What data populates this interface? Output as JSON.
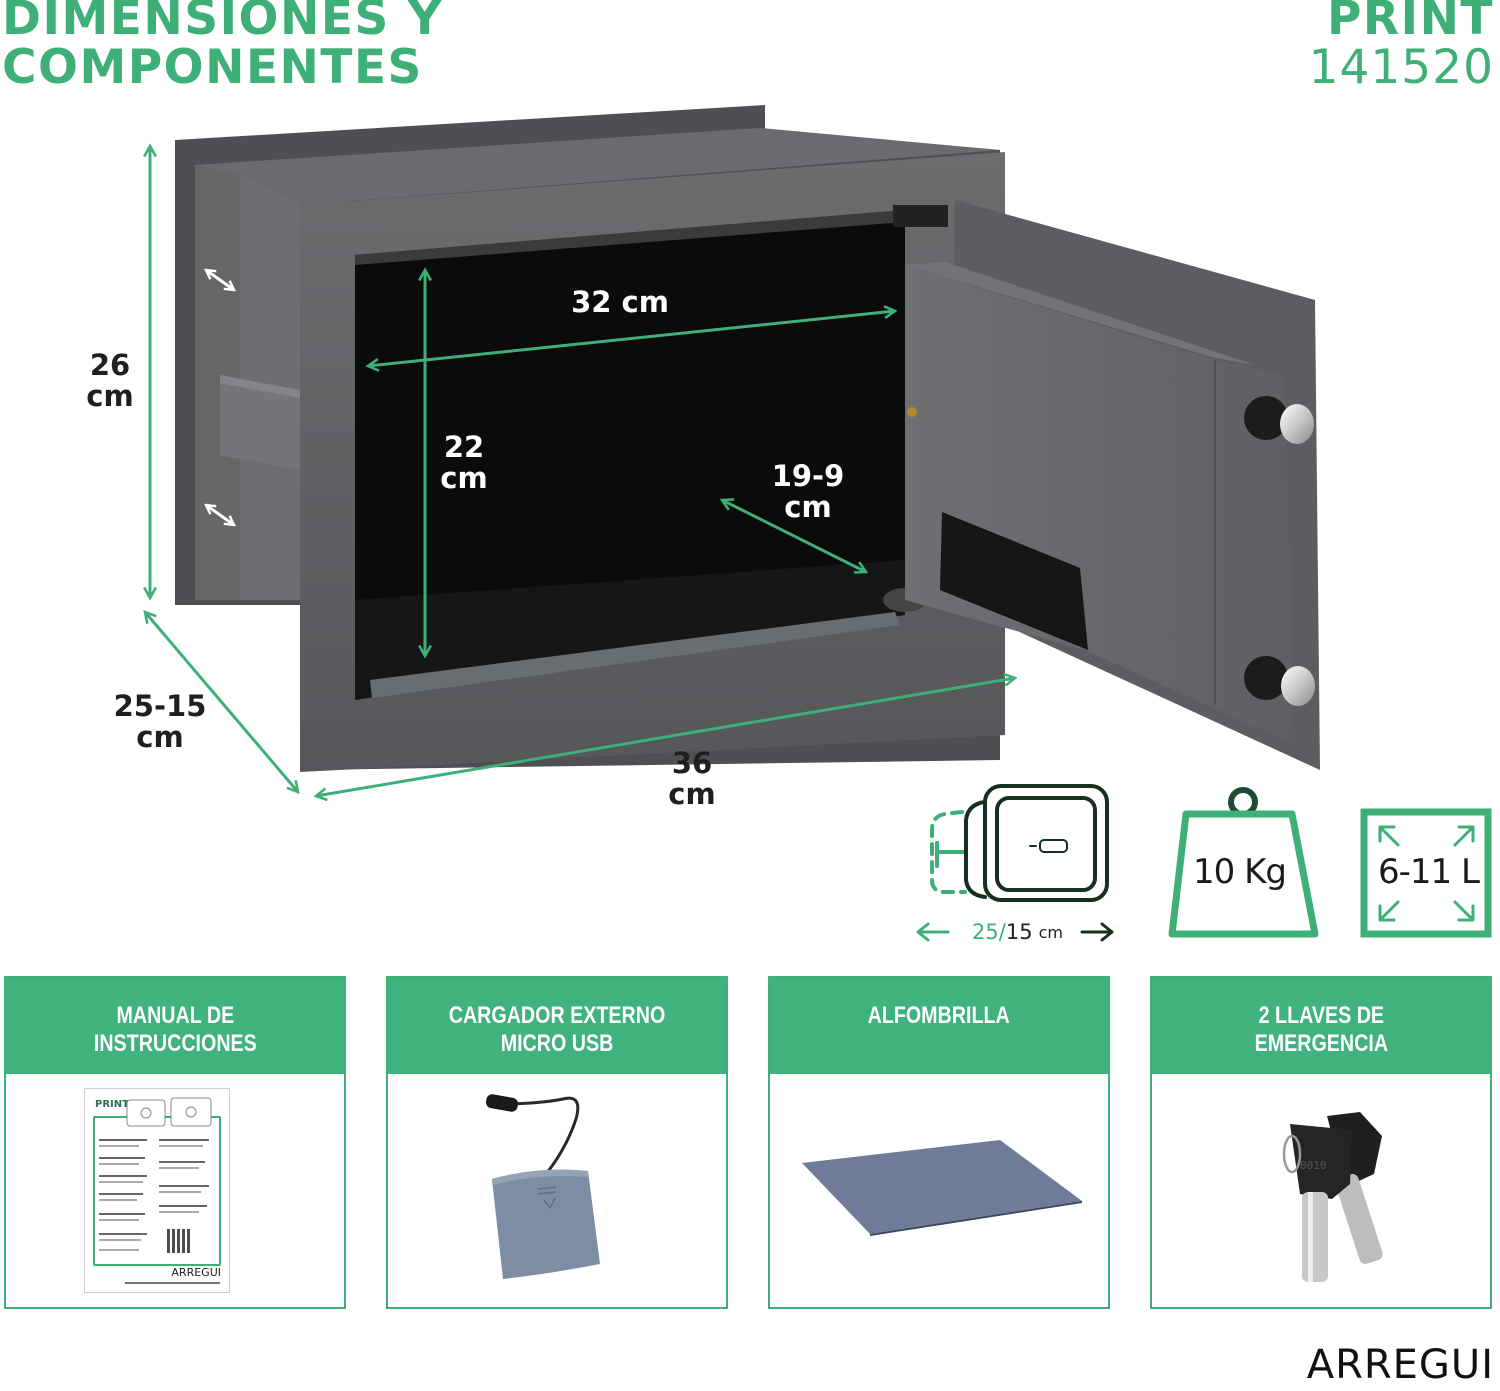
{
  "header": {
    "title_line1": "DIMENSIONES Y",
    "title_line2": "COMPONENTES",
    "model_name": "PRINT",
    "model_code": "141520"
  },
  "dimensions": {
    "outer_height": {
      "value": "26",
      "unit": "cm"
    },
    "outer_depth": {
      "value": "25-15",
      "unit": "cm"
    },
    "outer_width": {
      "value": "36",
      "unit": "cm"
    },
    "inner_width": {
      "value": "32 cm"
    },
    "inner_height": {
      "value": "22",
      "unit": "cm"
    },
    "inner_depth": {
      "value": "19-9",
      "unit": "cm"
    }
  },
  "specs": {
    "depth_icon": {
      "label_green": "25/",
      "label_dark": "15",
      "unit": "cm",
      "icon": "adjustable-depth-safe-icon"
    },
    "weight_icon": {
      "label": "10 Kg",
      "icon": "weight-icon"
    },
    "volume_icon": {
      "label": "6-11 L",
      "icon": "volume-expand-icon"
    }
  },
  "components": [
    {
      "title": "MANUAL DE\nINSTRUCCIONES",
      "image": "instruction-manual-image"
    },
    {
      "title": "CARGADOR EXTERNO\nMICRO USB",
      "image": "external-battery-charger-image"
    },
    {
      "title": "ALFOMBRILLA",
      "image": "floor-mat-image"
    },
    {
      "title": "2 LLAVES DE\nEMERGENCIA",
      "image": "emergency-keys-image"
    }
  ],
  "manual": {
    "brand": "PRINT",
    "logo": "ARREGUI"
  },
  "keys": {
    "code": "0010"
  },
  "brand": {
    "logo": "ARREGUI"
  },
  "colors": {
    "accent_green": "#3daf77",
    "header_green": "#3fb27d",
    "safe_gray": "#5f6163",
    "interior_black": "#0b0b0b"
  }
}
